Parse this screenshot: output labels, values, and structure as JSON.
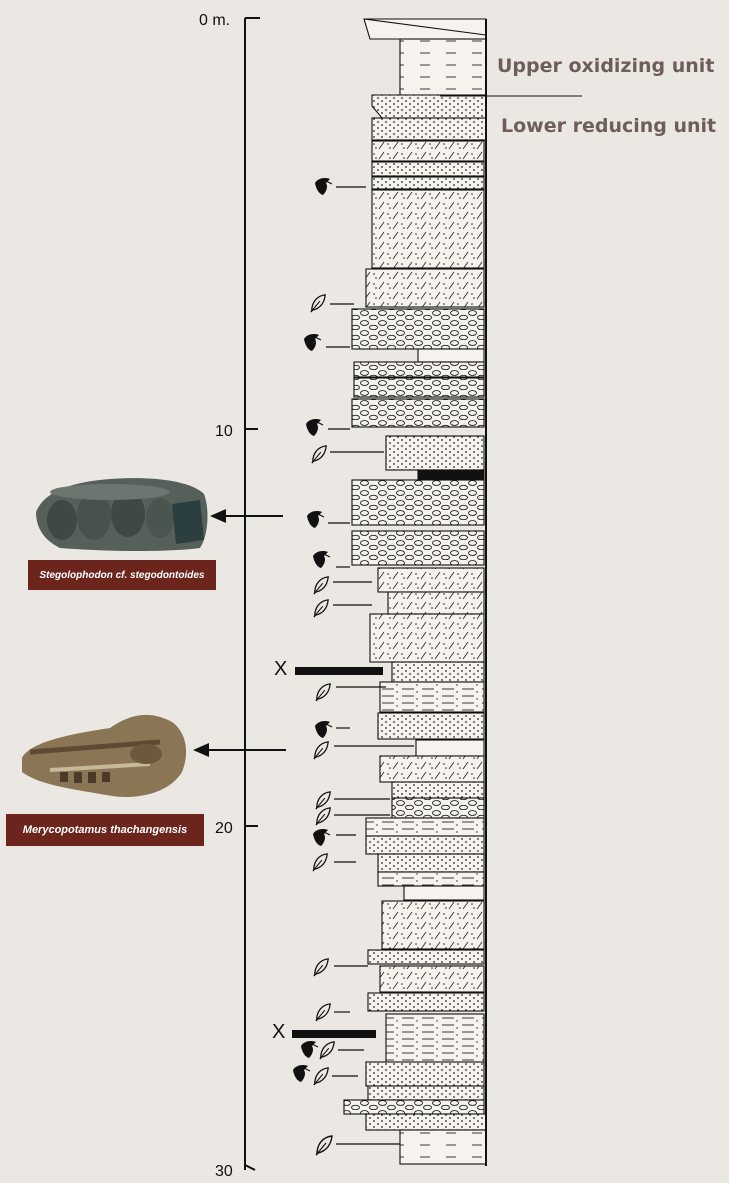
{
  "scale": {
    "unit": "m.",
    "ticks": [
      "0 m.",
      "10",
      "20",
      "30"
    ]
  },
  "units": {
    "upper": "Upper oxidizing unit",
    "lower": "Lower reducing unit"
  },
  "fossils": [
    {
      "name": "Stegolophodon cf. stegodontoides",
      "icon": "molar-tooth-photo"
    },
    {
      "name": "Merycopotamus thachangensis",
      "icon": "skull-photo"
    }
  ],
  "markers": {
    "x": "X"
  },
  "colors": {
    "background": "#ebe7e2",
    "caption_bg": "#6b251d",
    "unit_text": "#6e5e58"
  }
}
